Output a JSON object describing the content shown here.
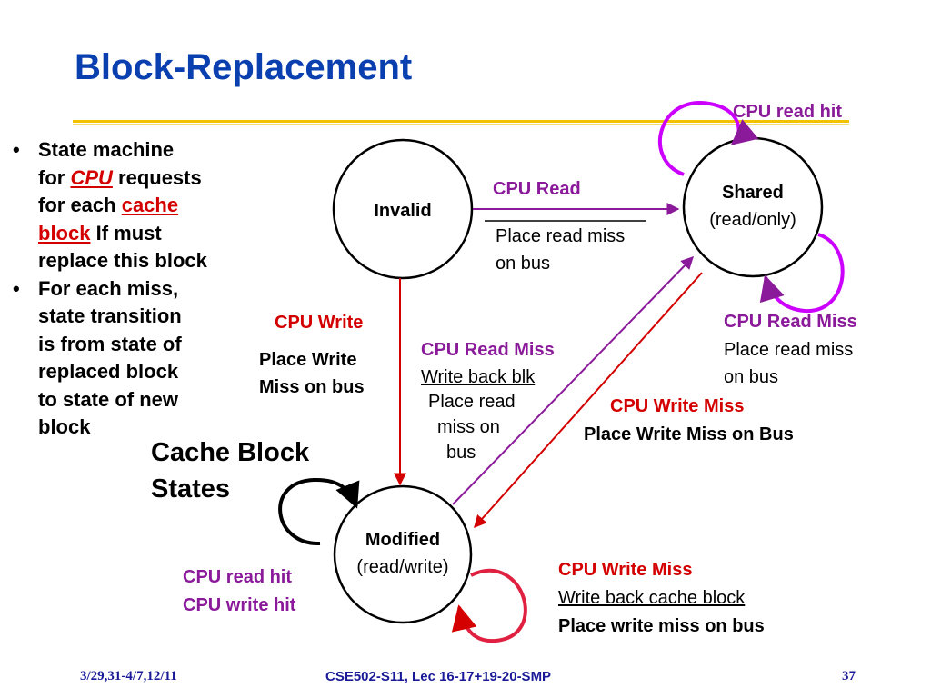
{
  "slide": {
    "title": "Block-Replacement",
    "bullets": [
      {
        "lines": [
          [
            {
              "t": "State machine",
              "style": "plain"
            }
          ],
          [
            {
              "t": "for ",
              "style": "plain"
            },
            {
              "t": "CPU",
              "style": "red-ul-it"
            },
            {
              "t": " requests",
              "style": "plain"
            }
          ],
          [
            {
              "t": "for each ",
              "style": "plain"
            },
            {
              "t": "cache",
              "style": "red-ul"
            }
          ],
          [
            {
              "t": "block",
              "style": "red-ul"
            },
            {
              "t": " If must",
              "style": "plain"
            }
          ],
          [
            {
              "t": "replace this block",
              "style": "plain"
            }
          ]
        ]
      },
      {
        "lines": [
          [
            {
              "t": "For each miss,",
              "style": "plain"
            }
          ],
          [
            {
              "t": "state transition",
              "style": "plain"
            }
          ],
          [
            {
              "t": "is from state of",
              "style": "plain"
            }
          ],
          [
            {
              "t": "replaced block",
              "style": "plain"
            }
          ],
          [
            {
              "t": "to state of new",
              "style": "plain"
            }
          ],
          [
            {
              "t": "block",
              "style": "plain"
            }
          ]
        ]
      }
    ],
    "cache_block_states": [
      "Cache Block",
      "States"
    ]
  },
  "states": {
    "invalid": {
      "name": "Invalid"
    },
    "shared": {
      "name": "Shared",
      "sub": "(read/only)"
    },
    "modified": {
      "name": "Modified",
      "sub": "(read/write)"
    }
  },
  "transitions": {
    "shared_self": {
      "event": "CPU read hit"
    },
    "invalid_to_shared": {
      "event": "CPU Read",
      "action": [
        "Place read miss",
        "on bus"
      ]
    },
    "invalid_to_modified": {
      "event": "CPU Write",
      "action": [
        "Place Write",
        "Miss on bus"
      ]
    },
    "modified_to_shared": {
      "event": "CPU Read Miss",
      "action": [
        "Write back blk",
        "Place read",
        "miss on",
        "bus"
      ]
    },
    "shared_self_miss": {
      "event": "CPU Read Miss",
      "action": [
        "Place read miss",
        "on bus"
      ]
    },
    "shared_to_modified": {
      "event": "CPU Write Miss",
      "action": [
        "Place Write Miss on Bus"
      ]
    },
    "modified_self_hit": {
      "events": [
        "CPU read hit",
        "CPU write hit"
      ]
    },
    "modified_self_miss": {
      "event": "CPU Write Miss",
      "action": [
        "Write back cache block",
        "Place write miss on bus"
      ]
    }
  },
  "colors": {
    "title": "#0a3fb0",
    "purple": "#8a1a9a",
    "red": "#d40000",
    "magenta": "#cc00ff",
    "gold": "#f2c200",
    "footer": "#1a1a99"
  },
  "footer": {
    "left": "3/29,31-4/7,12/11",
    "center": "CSE502-S11, Lec 16-17+19-20-SMP",
    "right": "37"
  }
}
